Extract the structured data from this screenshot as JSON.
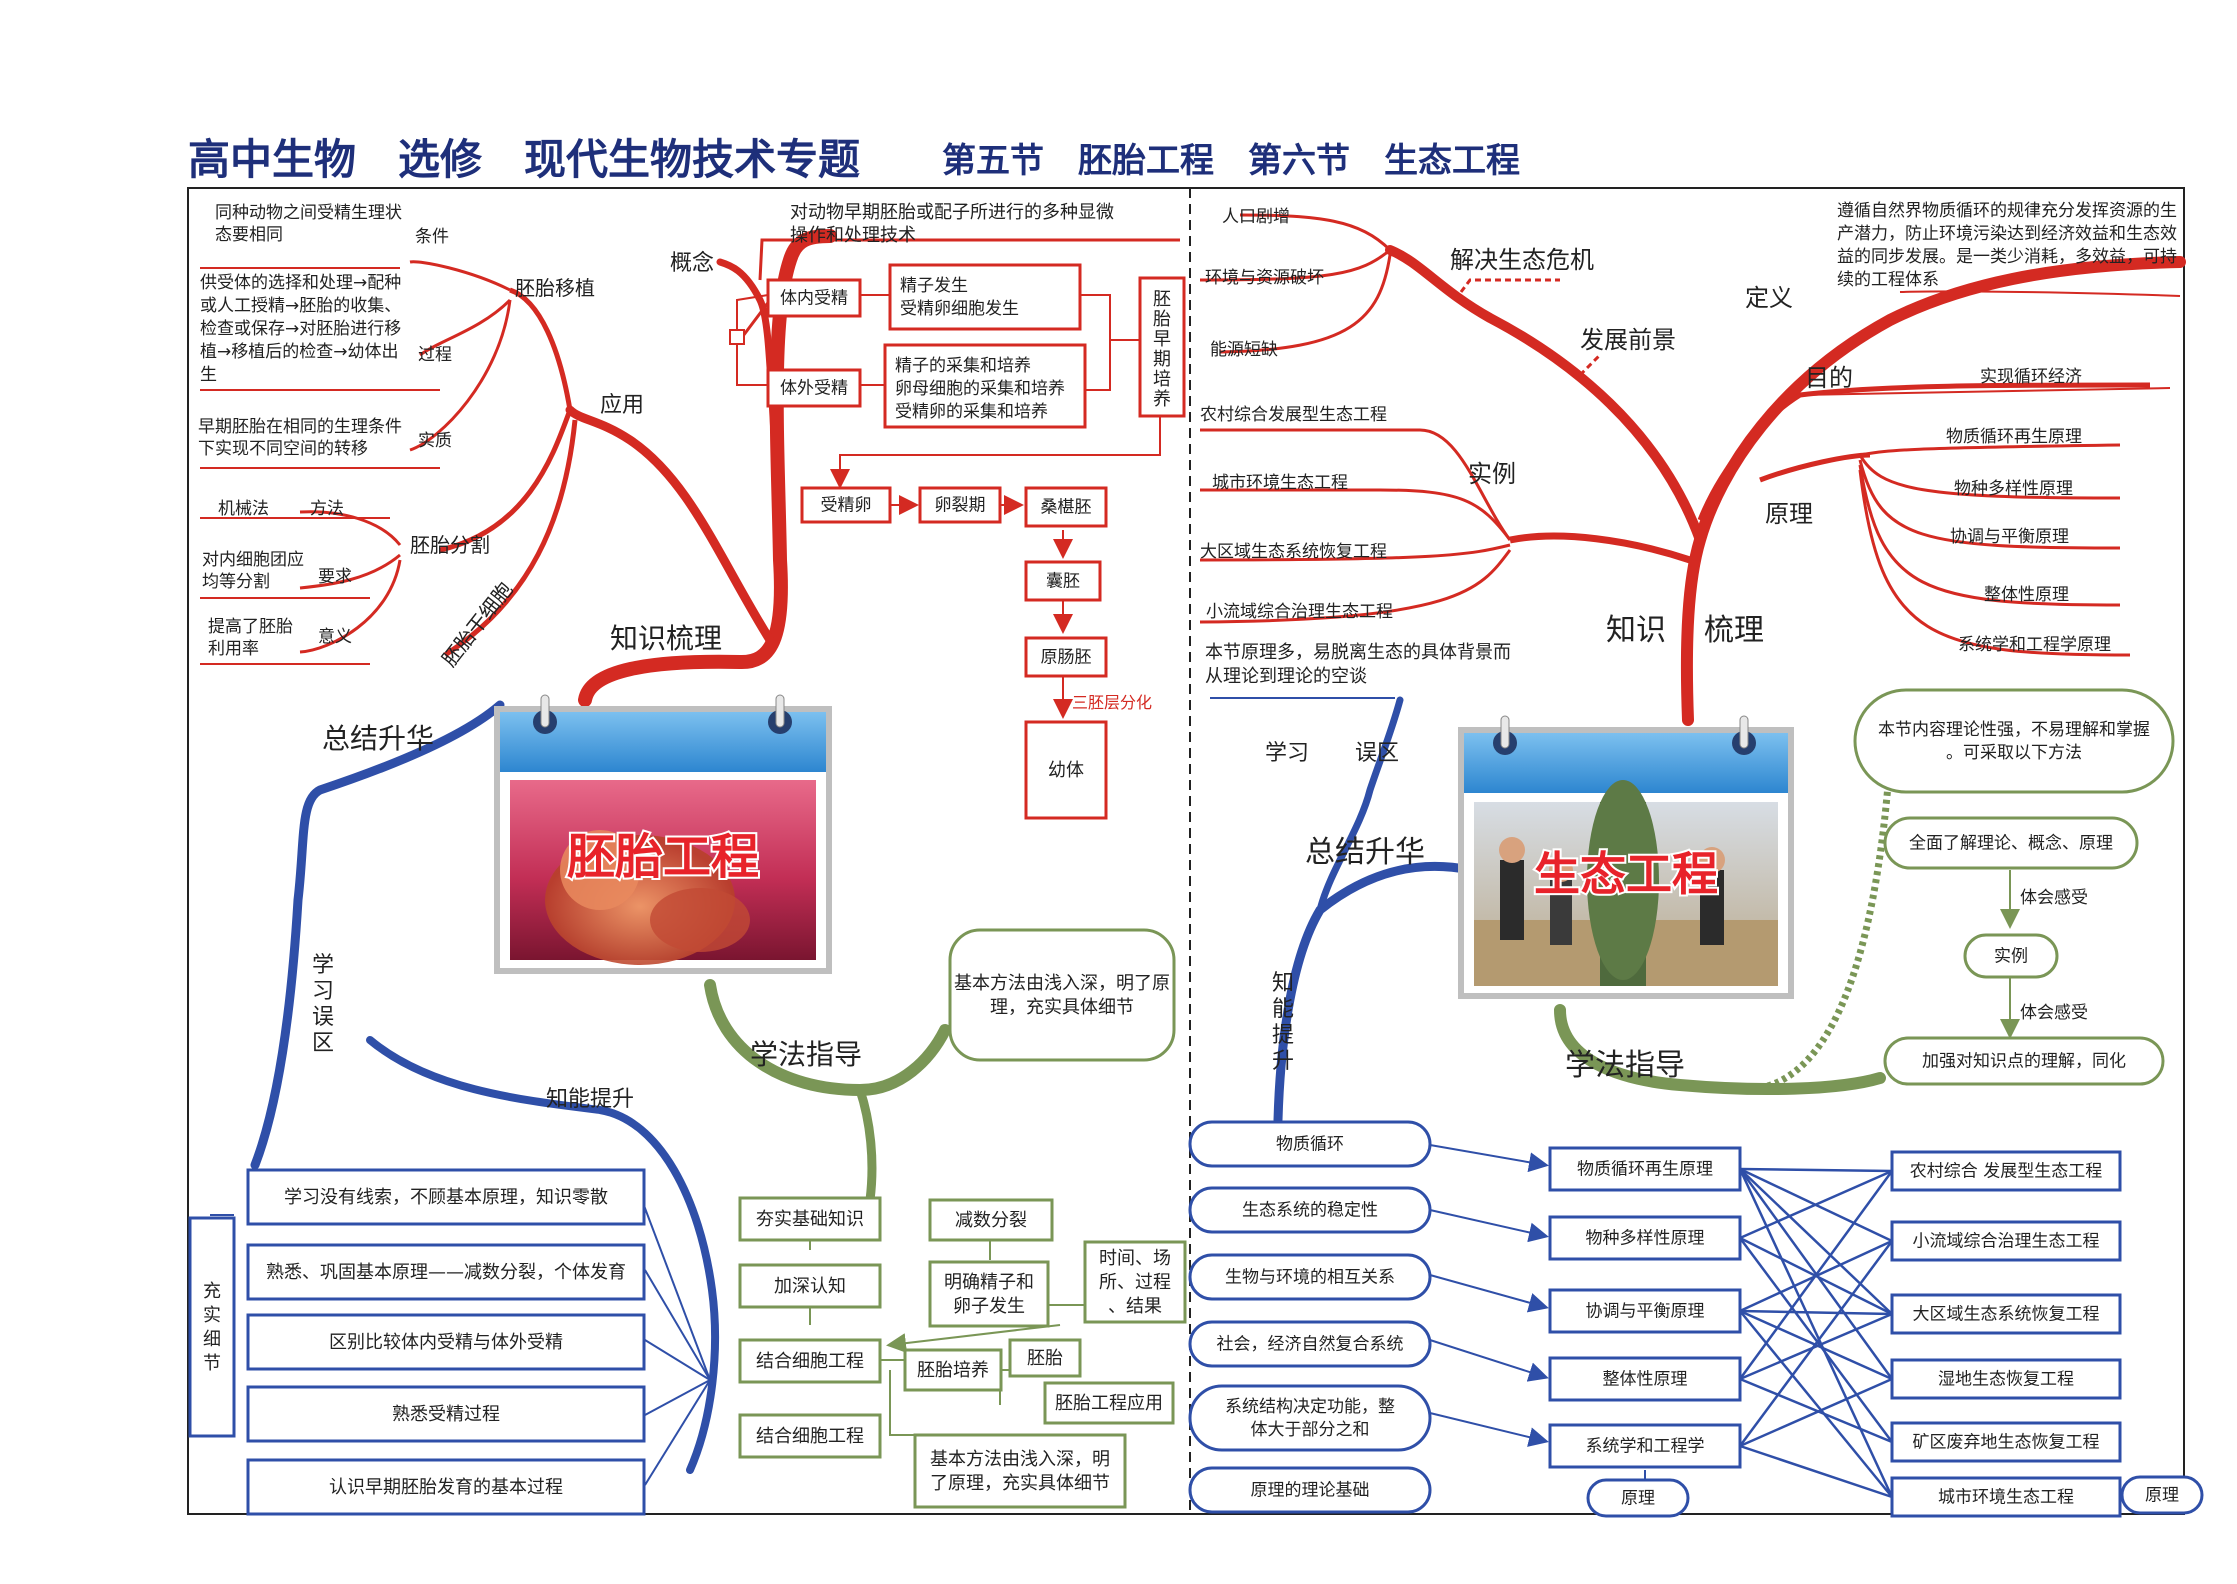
{
  "title": {
    "main": "高中生物　选修　现代生物技术专题",
    "sub": "第五节　胚胎工程　第六节　生态工程"
  },
  "colors": {
    "red": "#d42a22",
    "blue": "#2f4fa8",
    "green": "#7a9656",
    "navy": "#1e2f7a",
    "ink": "#222222"
  },
  "left": {
    "card_title": "胚胎工程",
    "branch_knowledge": "知识梳理",
    "branch_summary": "总结升华",
    "branch_method": "学法指导",
    "application": "应用",
    "concept": "概念",
    "concept_text": "对动物早期胚胎或配子所进行的多种显微操作和处理技术",
    "transplant": "胚胎移植",
    "cond_label": "条件",
    "cond_text": "同种动物之间受精生理状态要相同",
    "process_label": "过程",
    "process_text": "供受体的选择和处理→配种或人工授精→胚胎的收集、检查或保存→对胚胎进行移植→移植后的检查→幼体出生",
    "essence_label": "实质",
    "essence_text": "早期胚胎在相同的生理条件下实现不同空间的转移",
    "split": "胚胎分割",
    "method_label": "方法",
    "method_text": "机械法",
    "req_label": "要求",
    "req_text": "对内细胞团应均等分割",
    "meaning_label": "意义",
    "meaning_text": "提高了胚胎利用率",
    "stem": "胚胎干细胞",
    "invivo": "体内受精",
    "invivo_items": [
      "精子发生",
      "受精卵细胞发生"
    ],
    "invitro": "体外受精",
    "invitro_items": [
      "精子的采集和培养",
      "卵母细胞的采集和培养",
      "受精卵的采集和培养"
    ],
    "early_culture": "胚胎早期培养",
    "stages": [
      "受精卵",
      "卵裂期",
      "桑椹胚",
      "囊胚",
      "原肠胚",
      "幼体"
    ],
    "germ_layer": "三胚层分化",
    "study_error": "学习误区",
    "ability": "知能提升",
    "enrich": "充实细节",
    "error_boxes": [
      "学习没有线索，不顾基本原理，知识零散",
      "熟悉、巩固基本原理——减数分裂，个体发育",
      "区别比较体内受精与体外受精",
      "熟悉受精过程",
      "认识早期胚胎发育的基本过程"
    ],
    "method_bubble": "基本方法由浅入深，明了原理，充实具体细节",
    "basics": "夯实基础知识",
    "deepen": "加深认知",
    "meiosis": "减数分裂",
    "gamete": "明确精子和卵子发生",
    "gamete_detail": "时间、场所、过程、结果",
    "combine1": "结合细胞工程",
    "combine2": "结合细胞工程",
    "embryo_culture": "胚胎培养",
    "embryo": "胚胎",
    "embryo_app": "胚胎工程应用",
    "method_box": "基本方法由浅入深，明了原理，充实具体细节"
  },
  "right": {
    "card_title": "生态工程",
    "knowledge": "知识",
    "knowledge2": "梳理",
    "crisis": "解决生态危机",
    "crisis_items": [
      "人口剧增",
      "环境与资源破坏",
      "能源短缺"
    ],
    "prospect": "发展前景",
    "define": "定义",
    "define_text": "遵循自然界物质循环的规律充分发挥资源的生产潜力，防止环境污染达到经济效益和生态效益的同步发展。是一类少消耗，多效益，可持续的工程体系",
    "purpose": "目的",
    "purpose_text": "实现循环经济",
    "principle": "原理",
    "principles": [
      "物质循环再生原理",
      "物种多样性原理",
      "协调与平衡原理",
      "整体性原理",
      "系统学和工程学原理"
    ],
    "example": "实例",
    "examples": [
      "农村综合发展型生态工程",
      "城市环境生态工程",
      "大区域生态系统恢复工程",
      "小流域综合治理生态工程"
    ],
    "error_text": "本节原理多，易脱离生态的具体背景而从理论到理论的空谈",
    "study": "学习",
    "error": "误区",
    "summary": "总结升华",
    "ability": "知能提升",
    "method": "学法指导",
    "method_bubble": "本节内容理论性强，不易理解和掌握。可采取以下方法",
    "flow": [
      "全面了解理论、概念、原理",
      "实例",
      "加强对知识点的理解，同化"
    ],
    "feel": "体会感受",
    "left_ovals": [
      "物质循环",
      "生态系统的稳定性",
      "生物与环境的相互关系",
      "社会，经济自然复合系统",
      "系统结构决定功能，整体大于部分之和",
      "原理的理论基础"
    ],
    "mid_boxes": [
      "物质循环再生原理",
      "物种多样性原理",
      "协调与平衡原理",
      "整体性原理",
      "系统学和工程学"
    ],
    "mid_oval": "原理",
    "right_boxes": [
      "农村综合 发展型生态工程",
      "小流域综合治理生态工程",
      "大区域生态系统恢复工程",
      "湿地生态恢复工程",
      "矿区废弃地生态恢复工程",
      "城市环境生态工程"
    ],
    "right_oval": "原理"
  }
}
